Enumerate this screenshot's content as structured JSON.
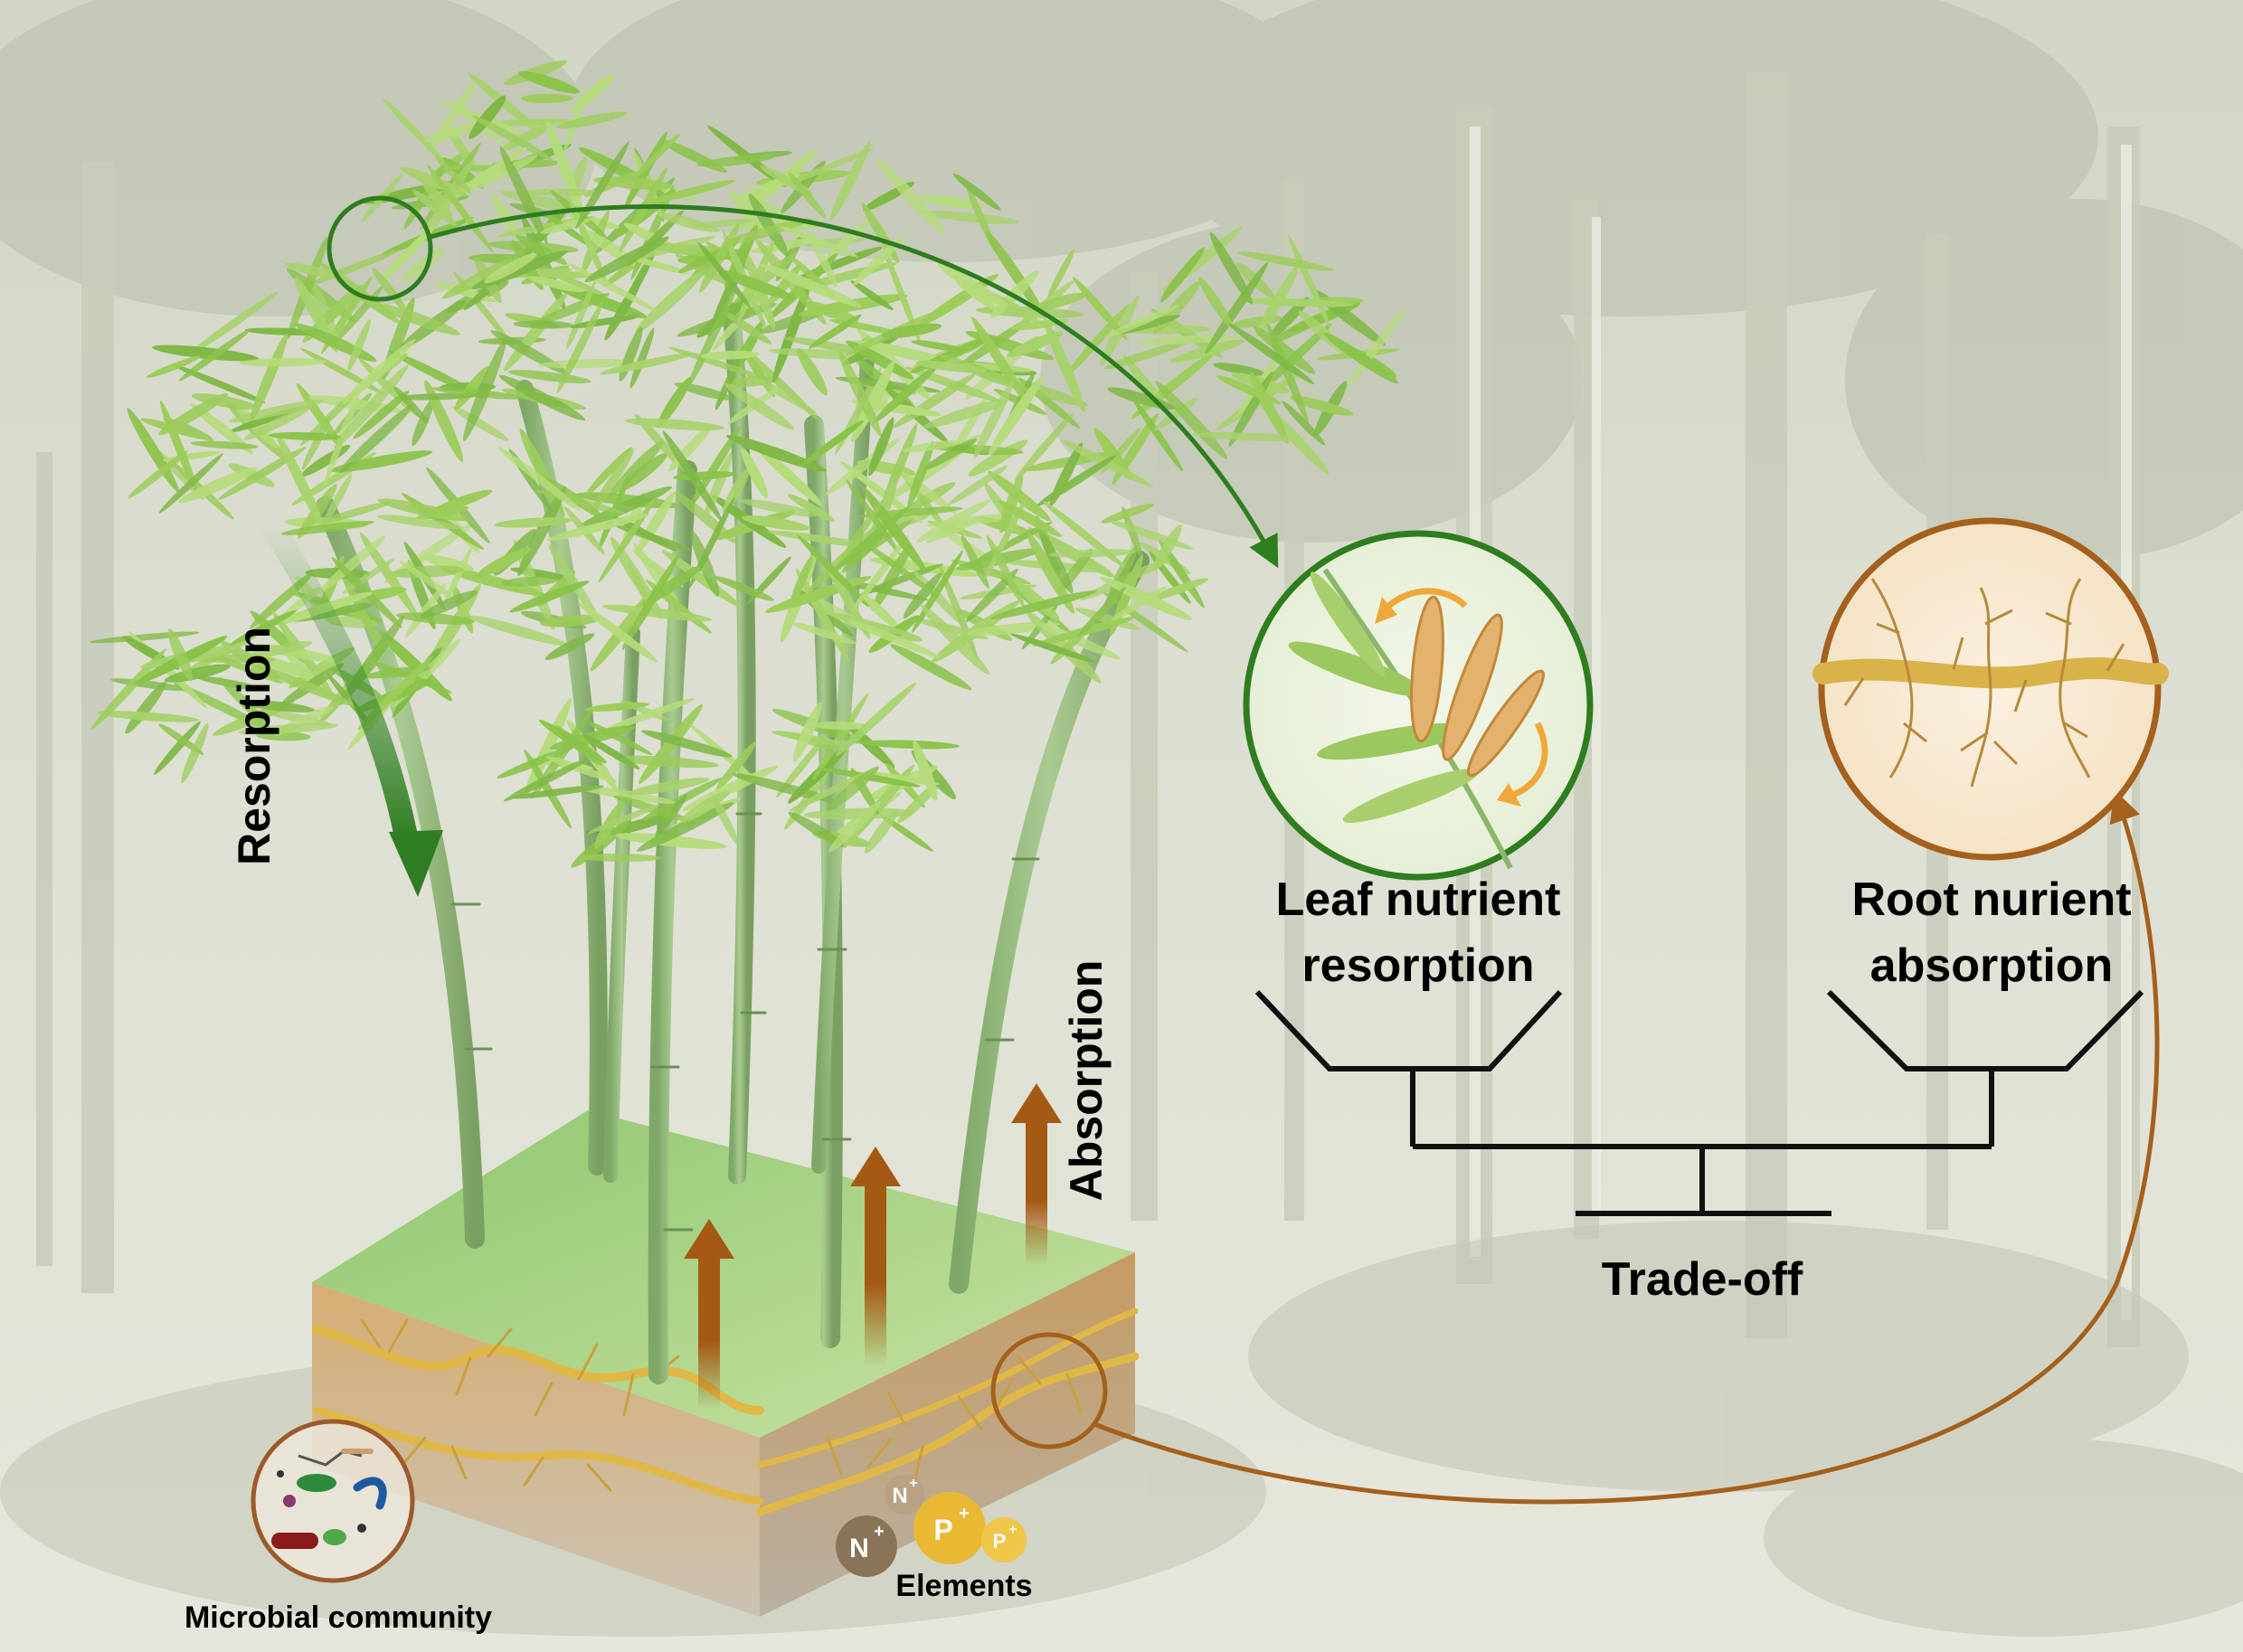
{
  "labels": {
    "resorption": "Resorption",
    "absorption": "Absorption",
    "leaf_line1": "Leaf nutrient",
    "leaf_line2": "resorption",
    "root_line1": "Root nurient",
    "root_line2": "absorption",
    "tradeoff": "Trade-off",
    "microbial": "Microbial community",
    "elements": "Elements",
    "ion_n": "N",
    "ion_p": "P",
    "charge": "+"
  },
  "colors": {
    "background": "#d9dccd",
    "bamboo_leaf": "#9ccc5a",
    "bamboo_stem": "#8fb678",
    "green_arrow": "#3c8a2a",
    "brown_arrow": "#a55a14",
    "leaf_circle": "#2e7d1f",
    "root_circle": "#a4601c",
    "root": "#d9b24a",
    "soil_top": "#9fcd7f",
    "soil_side": "#c9a46f"
  },
  "icons": {
    "leaf_circle": "senescing-leaf-icon",
    "root_circle": "root-icon",
    "microbe": "microbe-icon"
  }
}
